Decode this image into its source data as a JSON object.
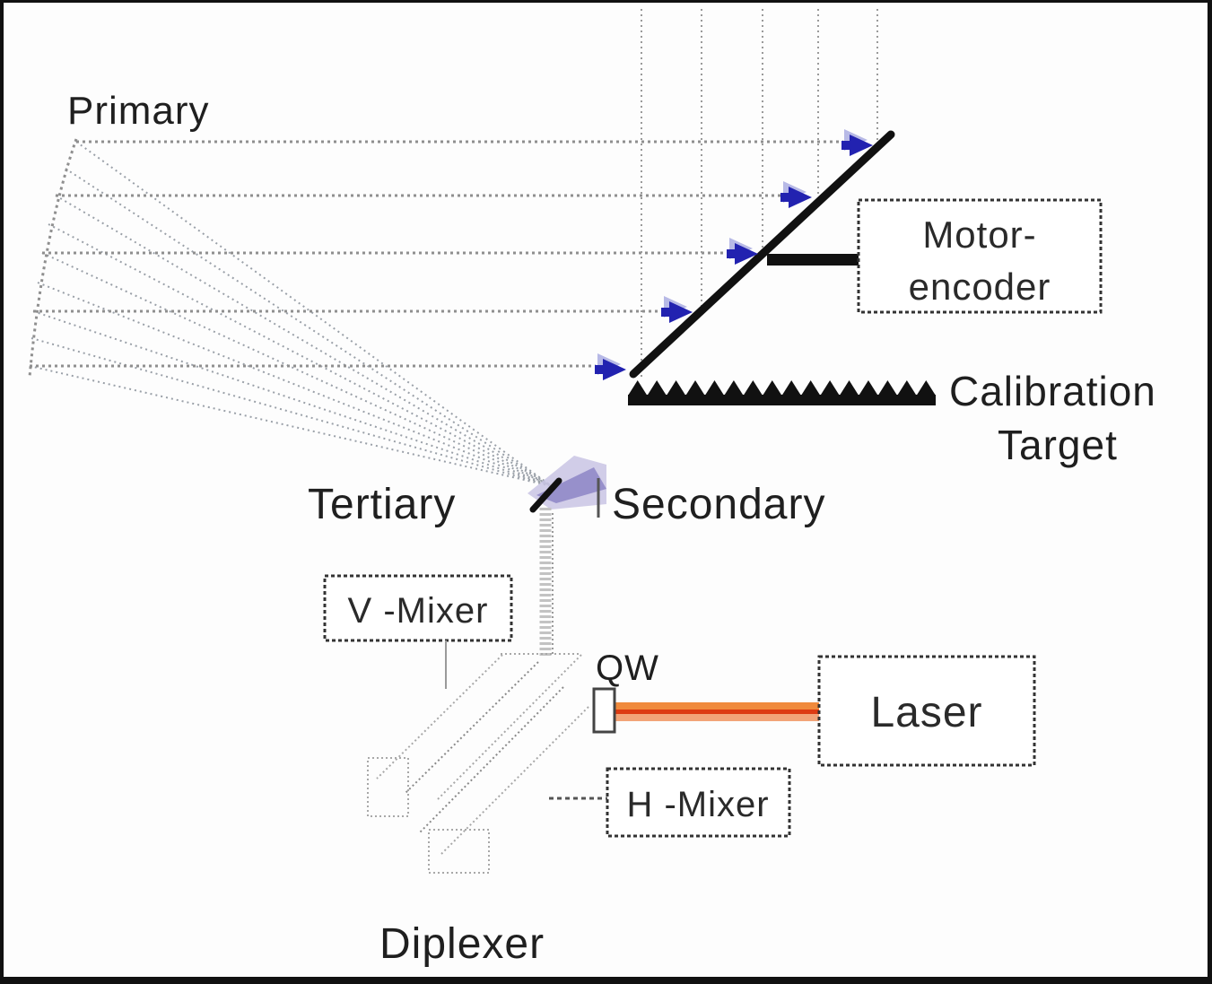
{
  "diagram": {
    "labels": {
      "primary": "Primary",
      "tertiary": "Tertiary",
      "secondary": "Secondary",
      "calibration_line1": "Calibration",
      "calibration_line2": "Target",
      "qw": "QW",
      "diplexer": "Diplexer"
    },
    "boxes": {
      "motor_encoder": {
        "line1": "Motor-",
        "line2": "encoder"
      },
      "v_mixer": {
        "label": "V -Mixer"
      },
      "h_mixer": {
        "label": "H -Mixer"
      },
      "laser": {
        "label": "Laser"
      }
    },
    "colors": {
      "arrow_blue": "#2222b0",
      "arrow_halo": "#b7b9e6",
      "beam_orange": "#f08a3c",
      "beam_red": "#dd3b12",
      "beam_salmon": "#f2a478",
      "secondary_lavender": "#c9c4e4",
      "secondary_purple": "#8d85c6",
      "mirror_black": "#111111",
      "ink": "#1f1f1f"
    }
  }
}
